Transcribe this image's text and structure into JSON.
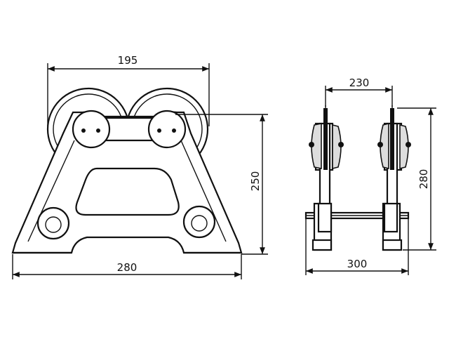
{
  "side_view": {
    "dimensions": {
      "roller_span": "195",
      "height": "250",
      "base_width": "280"
    }
  },
  "end_view": {
    "dimensions": {
      "wheel_spacing": "230",
      "height": "280",
      "axle_length": "300"
    }
  }
}
